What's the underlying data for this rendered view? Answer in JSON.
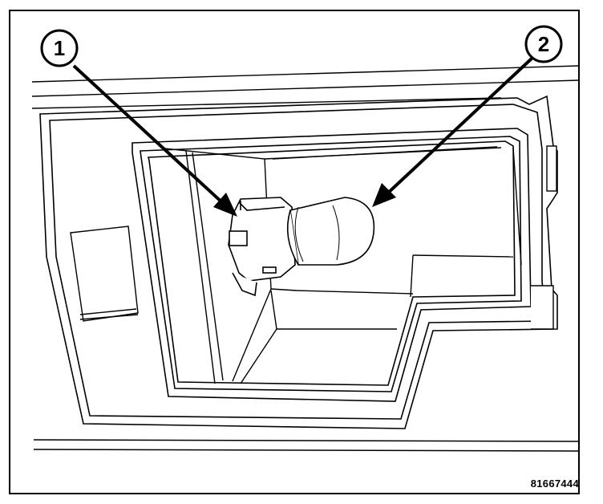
{
  "callouts": [
    {
      "label": "1",
      "target": "bulb-socket"
    },
    {
      "label": "2",
      "target": "bulb"
    }
  ],
  "figure_id": "81667444",
  "colors": {
    "line": "#000000",
    "background": "#ffffff"
  }
}
